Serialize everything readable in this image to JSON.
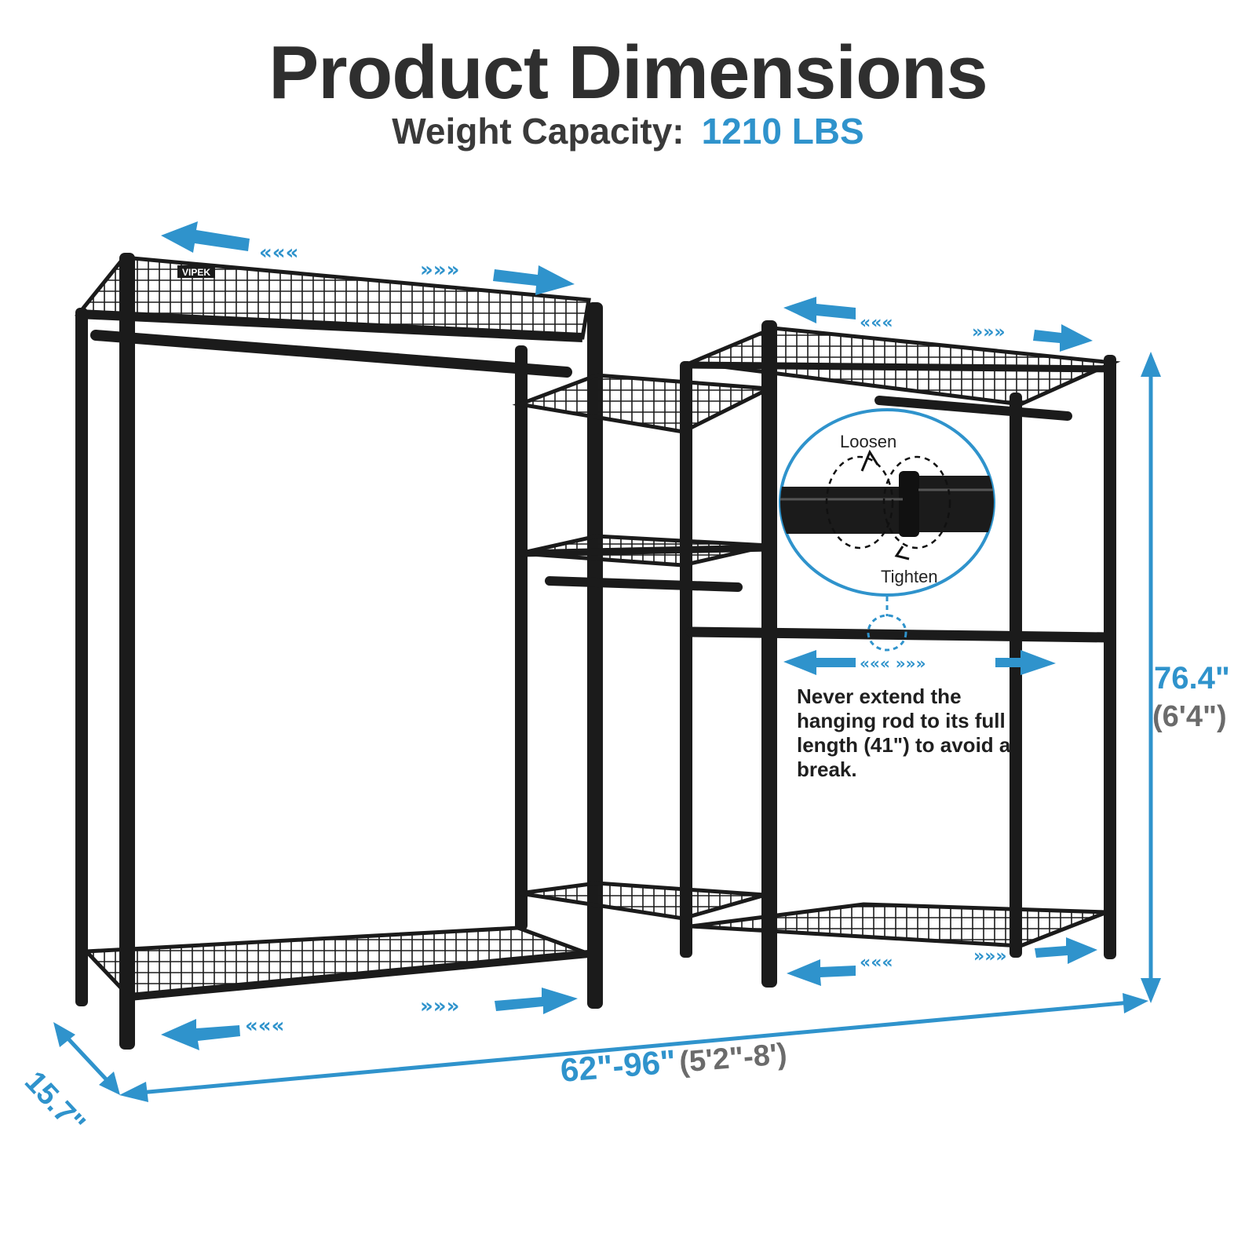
{
  "header": {
    "title": "Product Dimensions",
    "capacity_label": "Weight Capacity:",
    "capacity_value": "1210 LBS"
  },
  "brand": "VIPEK",
  "inset": {
    "loosen": "Loosen",
    "tighten": "Tighten"
  },
  "note": "Never extend the hanging rod to its full length (41\") to avoid a break.",
  "dimensions": {
    "height": "76.4\"",
    "height_ft": "(6'4\")",
    "width": "62\"-96\"",
    "width_ft": "(5'2\"-8')",
    "depth": "15.7\""
  },
  "colors": {
    "accent": "#2f93cc",
    "frame": "#1b1b1b",
    "text": "#2f2f2f"
  }
}
